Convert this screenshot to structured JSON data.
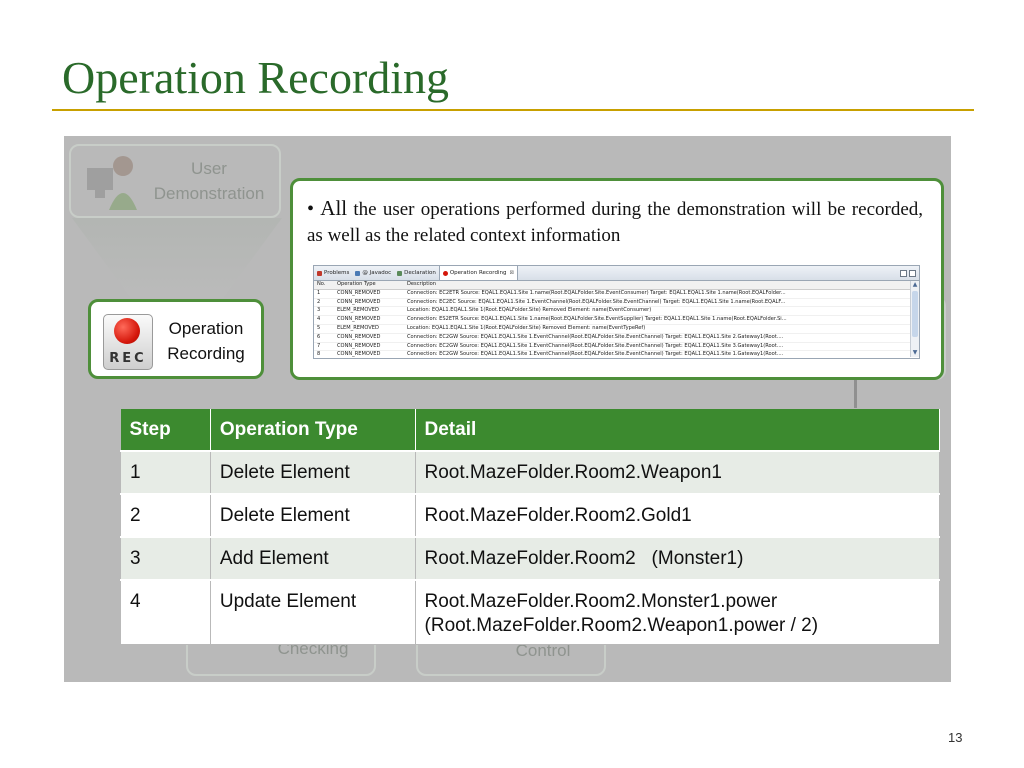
{
  "slide": {
    "title": "Operation Recording",
    "page_number": "13"
  },
  "colors": {
    "title": "#2a6a2a",
    "accent_rule": "#c8a000",
    "green_border": "#4e8f3a",
    "table_header": "#3c8a2f",
    "panel": "#b9b9b9"
  },
  "background": {
    "user_demo_label": "User\nDemonstration",
    "checking_label": "Checking",
    "control_label": "Control"
  },
  "op_recording": {
    "label": "Operation\nRecording",
    "icon_text": "REC",
    "icon": "record-icon"
  },
  "callout": {
    "bullet": "•",
    "lead": "All",
    "text": " the user operations performed during the demonstration will be recorded, as well as the related context information"
  },
  "eclipse_view": {
    "tabs": [
      {
        "label": "Problems",
        "icon": "problems-icon",
        "color": "#c0392b"
      },
      {
        "label": "@ Javadoc",
        "icon": "javadoc-icon",
        "color": "#4a7ab5"
      },
      {
        "label": "Declaration",
        "icon": "declaration-icon",
        "color": "#5a8a5a"
      },
      {
        "label": "Operation Recording",
        "icon": "record-icon",
        "color": "#d4160a",
        "active": true
      }
    ],
    "close_glyph": "⊠",
    "columns": [
      "No.",
      "Operation Type",
      "Description"
    ],
    "rows": [
      [
        "1",
        "CONN_REMOVED",
        "Connection: EC2ETR   Source: EQAL1.EQAL1.Site 1.name(Root.EQALFolder.Site.EventConsumer)   Target: EQAL1.EQAL1.Site 1.name(Root.EQALFolder..."
      ],
      [
        "2",
        "CONN_REMOVED",
        "Connection: EC2EC   Source: EQAL1.EQAL1.Site 1.EventChannel(Root.EQALFolder.Site.EventChannel)   Target: EQAL1.EQAL1.Site 1.name(Root.EQALF..."
      ],
      [
        "3",
        "ELEM_REMOVED",
        "Location: EQAL1.EQAL1.Site 1(Root.EQALFolder.Site)     Removed Element: name(EventConsumer)"
      ],
      [
        "4",
        "CONN_REMOVED",
        "Connection: ES2ETR   Source: EQAL1.EQAL1.Site 1.name(Root.EQALFolder.Site.EventSupplier)   Target: EQAL1.EQAL1.Site 1.name(Root.EQALFolder.Si..."
      ],
      [
        "5",
        "ELEM_REMOVED",
        "Location: EQAL1.EQAL1.Site 1(Root.EQALFolder.Site)     Removed Element: name(EventTypeRef)"
      ],
      [
        "6",
        "CONN_REMOVED",
        "Connection: EC2GW   Source: EQAL1.EQAL1.Site 1.EventChannel(Root.EQALFolder.Site.EventChannel)   Target: EQAL1.EQAL1.Site 2.Gateway1(Root...."
      ],
      [
        "7",
        "CONN_REMOVED",
        "Connection: EC2GW   Source: EQAL1.EQAL1.Site 1.EventChannel(Root.EQALFolder.Site.EventChannel)   Target: EQAL1.EQAL1.Site 3.Gateway1(Root...."
      ],
      [
        "8",
        "CONN_REMOVED",
        "Connection: EC2GW   Source: EQAL1.EQAL1.Site 1.EventChannel(Root.EQALFolder.Site.EventChannel)   Target: EQAL1.EQAL1.Site 1.Gateway1(Root...."
      ]
    ]
  },
  "steps_table": {
    "headers": [
      "Step",
      "Operation Type",
      "Detail"
    ],
    "rows": [
      {
        "step": "1",
        "type": "Delete Element",
        "detail": "Root.MazeFolder.Room2.Weapon1"
      },
      {
        "step": "2",
        "type": "Delete Element",
        "detail": "Root.MazeFolder.Room2.Gold1"
      },
      {
        "step": "3",
        "type": "Add Element",
        "detail": "Root.MazeFolder.Room2   (Monster1)"
      },
      {
        "step": "4",
        "type": "Update Element",
        "detail": "Root.MazeFolder.Room2.Monster1.power\n(Root.MazeFolder.Room2.Weapon1.power / 2)"
      }
    ]
  }
}
